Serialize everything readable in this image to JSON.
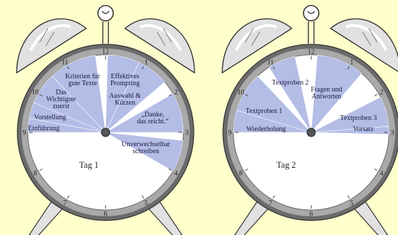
{
  "numbers": [
    "12",
    "1",
    "2",
    "3",
    "4",
    "5",
    "6",
    "7",
    "8",
    "9",
    "10",
    "11"
  ],
  "colors": {
    "background": "#FFFFCC",
    "wedge": "#B4BDE6",
    "wedge_label": "#1a1a40",
    "face": "#FFFFFF",
    "rim_outer": "#6b6b6b",
    "rim_inner": "#a9a9a9",
    "bells": "#e1e1e1",
    "hand_pivot": "#555555"
  },
  "clocks": [
    {
      "day_label": "Tag 1",
      "segments": [
        {
          "from_hour": 9.0,
          "to_hour": 9.35,
          "lines": [
            "Einführung"
          ]
        },
        {
          "from_hour": 9.35,
          "to_hour": 9.75,
          "lines": [
            "Vorstellung"
          ]
        },
        {
          "from_hour": 9.75,
          "to_hour": 10.55,
          "lines": [
            "Das",
            "Wichtigste",
            "zuerst"
          ]
        },
        {
          "from_hour": 10.55,
          "to_hour": 11.75,
          "lines": [
            "Kriterien für",
            "gute Texte"
          ]
        },
        {
          "from_hour": 0.05,
          "to_hour": 0.85,
          "lines": [
            "Effektives",
            "Prompting"
          ]
        },
        {
          "from_hour": 0.85,
          "to_hour": 1.65,
          "lines": [
            "Auswahl &",
            "Kürzen"
          ]
        },
        {
          "from_hour": 2.0,
          "to_hour": 3.0,
          "lines": [
            "„Danke,",
            "das reicht.“"
          ]
        },
        {
          "from_hour": 3.2,
          "to_hour": 4.0,
          "lines": [
            "Unverwechselbar",
            "schreiben"
          ]
        }
      ]
    },
    {
      "day_label": "Tag 2",
      "segments": [
        {
          "from_hour": 9.0,
          "to_hour": 9.55,
          "lines": [
            "Wiederholung"
          ]
        },
        {
          "from_hour": 9.55,
          "to_hour": 10.55,
          "lines": [
            "Textproben 1"
          ]
        },
        {
          "from_hour": 10.9,
          "to_hour": 11.6,
          "lines": [
            "Textproben 2"
          ]
        },
        {
          "from_hour": 0.15,
          "to_hour": 1.35,
          "lines": [
            "Fragen und",
            "Antworten"
          ]
        },
        {
          "from_hour": 2.1,
          "to_hour": 2.85,
          "lines": [
            "Textproben 3"
          ]
        },
        {
          "from_hour": 2.85,
          "to_hour": 3.05,
          "lines": [
            "Vorsatz"
          ]
        }
      ]
    }
  ]
}
